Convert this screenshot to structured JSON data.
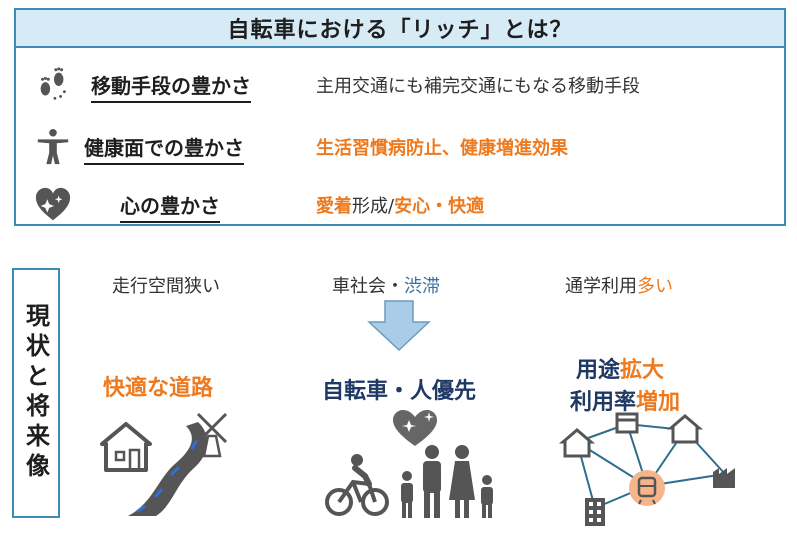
{
  "title": "自転車における「リッチ」とは？",
  "richness": [
    {
      "label": "移動手段の豊かさ",
      "icon": "footprints-icon",
      "desc": [
        {
          "text": "主用交通にも補完交通にもなる移動手段",
          "style": "plain"
        }
      ]
    },
    {
      "label": "健康面での豊かさ",
      "icon": "exercise-person-icon",
      "desc": [
        {
          "text": "生活習慣病防止、健康増進効果",
          "style": "orange"
        }
      ]
    },
    {
      "label": "心の豊かさ",
      "icon": "heart-sparkle-icon",
      "desc": [
        {
          "text": "愛着",
          "style": "orange"
        },
        {
          "text": "形成/",
          "style": "plain"
        },
        {
          "text": "安心・快適",
          "style": "orange"
        }
      ]
    }
  ],
  "side_label": "現状と将来像",
  "current": [
    {
      "parts": [
        {
          "text": "走行空間狭い",
          "style": "plain"
        }
      ]
    },
    {
      "parts": [
        {
          "text": "車社会・",
          "style": "plain"
        },
        {
          "text": "渋滞",
          "style": "blue"
        }
      ]
    },
    {
      "parts": [
        {
          "text": "通学利用",
          "style": "plain"
        },
        {
          "text": "多い",
          "style": "orange"
        }
      ]
    }
  ],
  "future": [
    {
      "text": "快適な道路",
      "icon": "house-road-windmill-icon"
    },
    {
      "text": "自転車・人優先",
      "icon": "cyclist-family-heart-icon"
    },
    {
      "lines": [
        [
          {
            "text": "用途",
            "style": "plain"
          },
          {
            "text": "拡大",
            "style": "orange"
          }
        ],
        [
          {
            "text": "利用率",
            "style": "plain"
          },
          {
            "text": "増加",
            "style": "orange"
          }
        ]
      ],
      "icon": "city-network-icon"
    }
  ],
  "colors": {
    "border": "#3d8cb7",
    "title_bg": "#d7ebf6",
    "orange": "#ee7a1f",
    "navy": "#1f3864",
    "blue": "#3a6fa8",
    "arrow_fill": "#a9cde6"
  }
}
